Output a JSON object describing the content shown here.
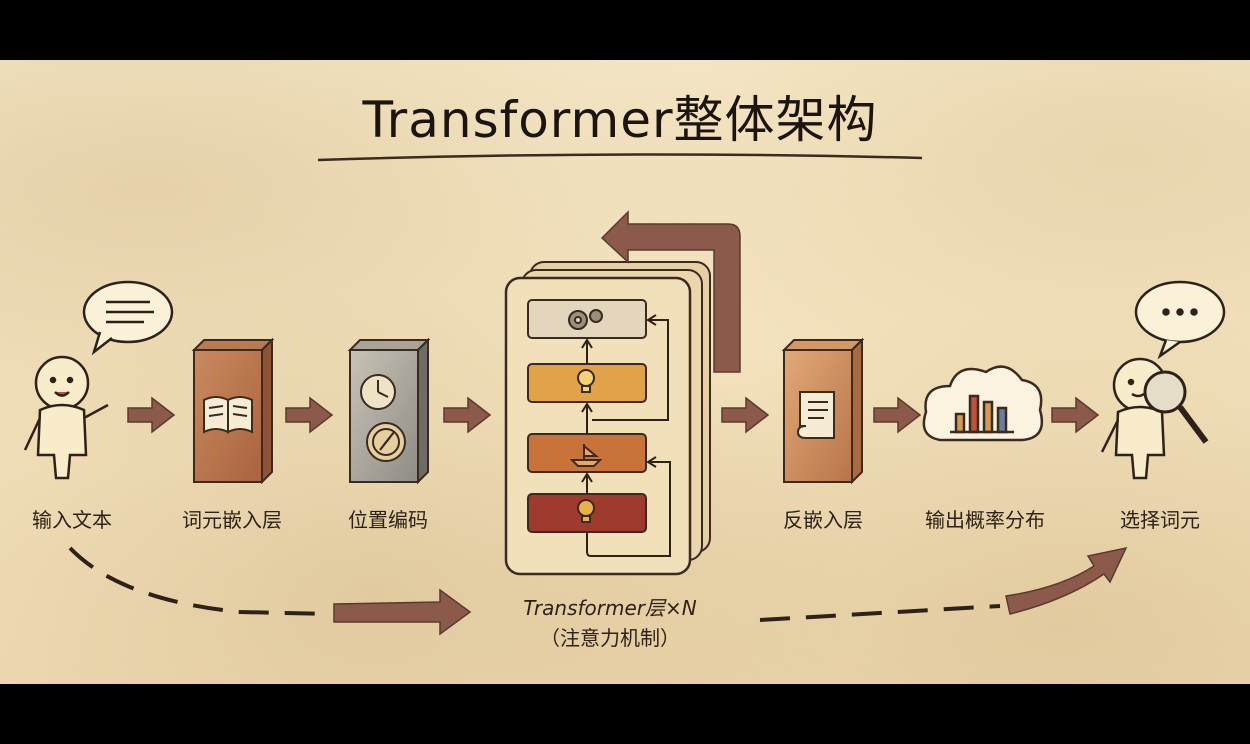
{
  "title": "Transformer整体架构",
  "steps": [
    {
      "label": "输入文本"
    },
    {
      "label": "词元嵌入层"
    },
    {
      "label": "位置编码"
    },
    {
      "label": "反嵌入层"
    },
    {
      "label": "输出概率分布"
    },
    {
      "label": "选择词元"
    }
  ],
  "transformer": {
    "label_line1": "Transformer层×N",
    "label_line2": "（注意力机制）"
  },
  "icons": [
    "person-icon",
    "speech-bubble-icon",
    "book-icon",
    "clock-icon",
    "compass-icon",
    "gears-icon",
    "lightbulb-icon",
    "ship-icon",
    "scroll-icon",
    "bar-chart-cloud-icon",
    "magnifier-icon",
    "arrow-icon"
  ],
  "colors": {
    "paper": "#f3e2bd",
    "ink": "#2e2218",
    "arrow": "#8b5a4a",
    "block_light": "#e3d6bd",
    "block_orange": "#e2a24a",
    "block_dark_orange": "#c8733a",
    "block_red": "#9e3a2e"
  }
}
